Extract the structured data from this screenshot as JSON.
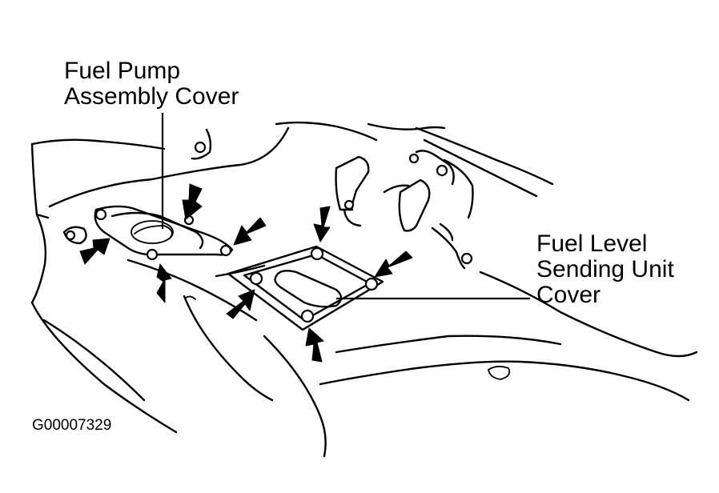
{
  "labels": {
    "fuel_pump_cover": [
      "Fuel Pump",
      "Assembly Cover"
    ],
    "fuel_level_cover": [
      "Fuel Level",
      "Sending Unit",
      "Cover"
    ]
  },
  "figure_id": "G00007329",
  "colors": {
    "line": "#000000",
    "background": "#ffffff"
  }
}
